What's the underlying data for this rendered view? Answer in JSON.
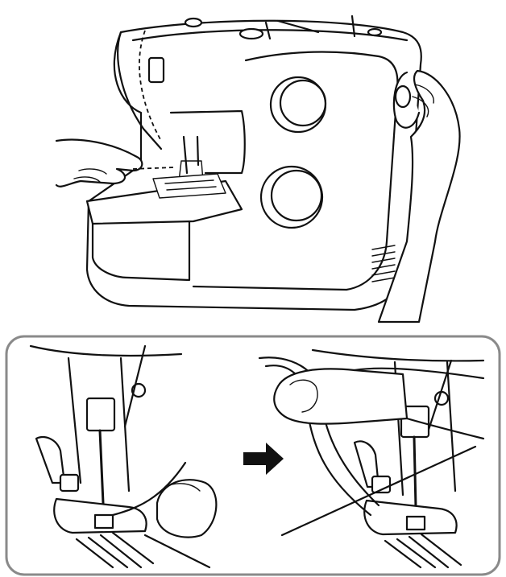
{
  "figure": {
    "panels": [
      {
        "id": "machine-overview",
        "label": ""
      },
      {
        "id": "detail-step-1",
        "label": ""
      },
      {
        "id": "detail-step-2",
        "label": ""
      }
    ],
    "arrow": {
      "direction": "right",
      "color": "#111111"
    },
    "inset_border_color": "#8a8a8a",
    "line_color": "#111111",
    "background": "#ffffff"
  }
}
